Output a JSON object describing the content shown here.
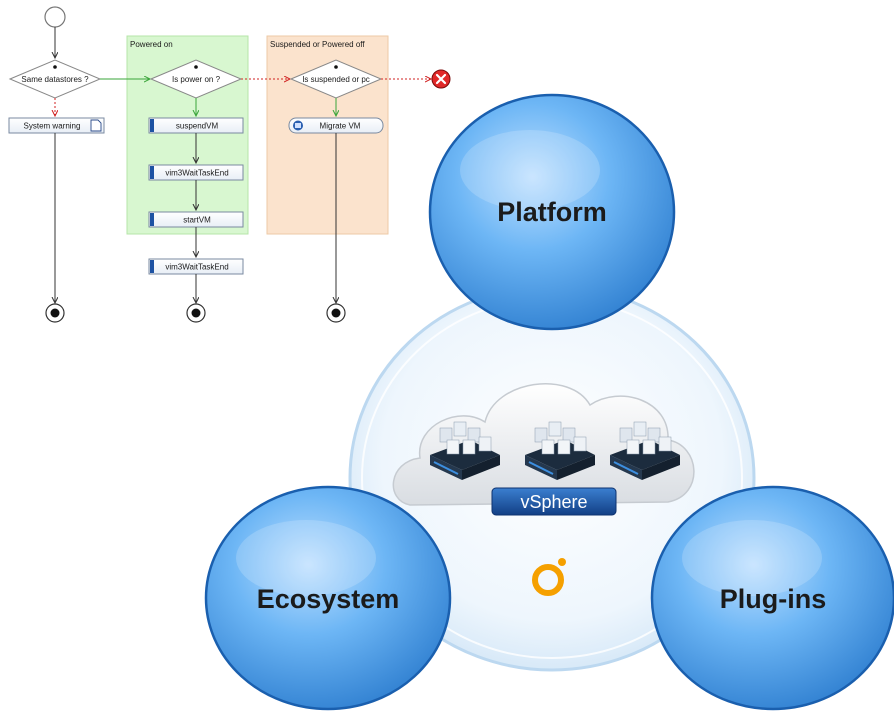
{
  "workflow": {
    "swimlanes": {
      "powered_on": "Powered on",
      "suspended_or_off": "Suspended or Powered off"
    },
    "decisions": {
      "same_datastores": "Same datastores ?",
      "is_power_on": "Is power on ?",
      "is_suspended": "Is suspended or pc"
    },
    "tasks": {
      "system_warning": "System warning",
      "suspend_vm": "suspendVM",
      "wait_task_end_1": "vim3WaitTaskEnd",
      "start_vm": "startVM",
      "wait_task_end_2": "vim3WaitTaskEnd",
      "migrate_vm": "Migrate VM"
    }
  },
  "platform": {
    "center": "vSphere",
    "platform": "Platform",
    "ecosystem": "Ecosystem",
    "plugins": "Plug-ins"
  },
  "colors": {
    "bubble": "#5aaaf0",
    "bubble_dark": "#2f7fd0",
    "lane_green": "#d8f7d0",
    "lane_orange": "#fbe3cd",
    "accent_orange": "#f5a000",
    "vsphere_badge": "#1a5aa8"
  }
}
